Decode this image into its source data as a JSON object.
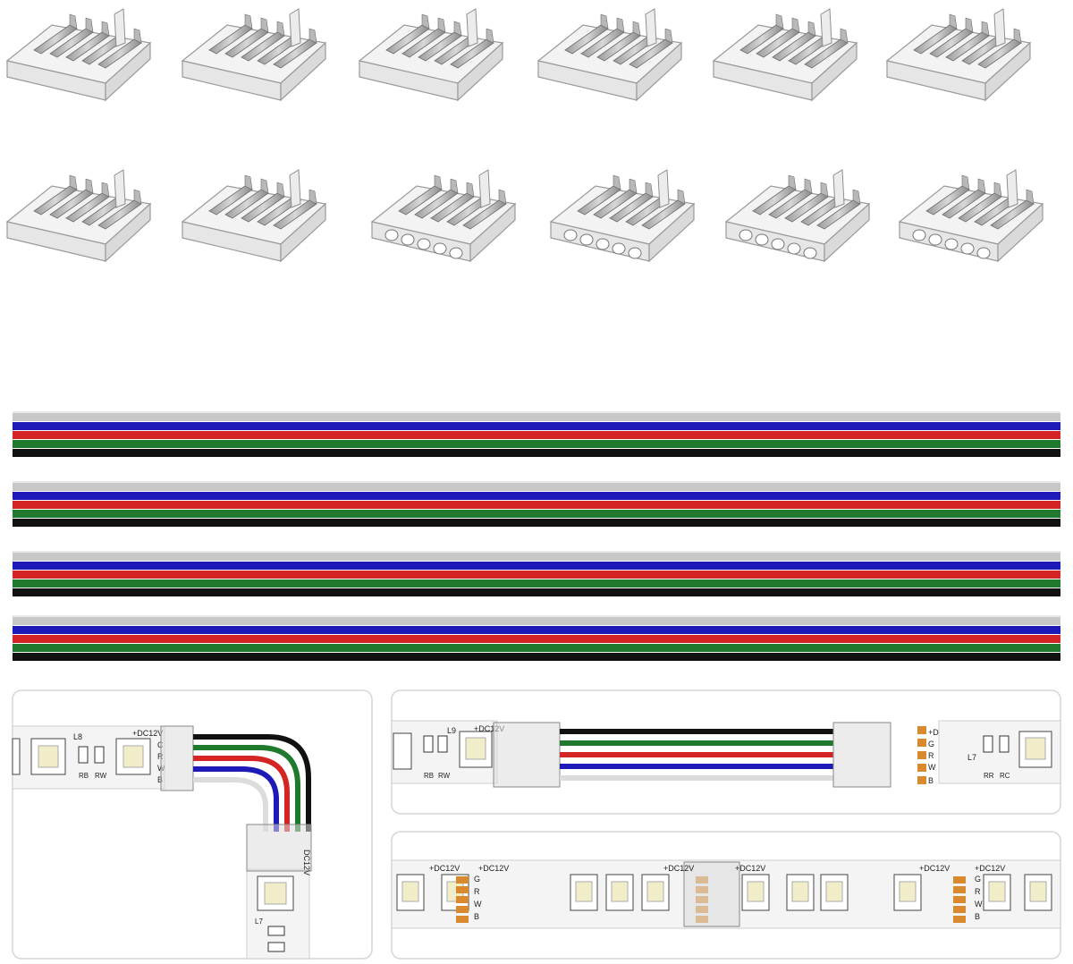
{
  "connectors": {
    "row1": [
      "c1",
      "c2",
      "c3",
      "c4",
      "c5",
      "c6"
    ],
    "row2": [
      {
        "style": "flat"
      },
      {
        "style": "flat"
      },
      {
        "style": "round"
      },
      {
        "style": "round"
      },
      {
        "style": "round"
      },
      {
        "style": "round"
      }
    ]
  },
  "cables": {
    "count": 4,
    "wire_colors": [
      "#c8c8c8",
      "#1d1ab8",
      "#d42424",
      "#1f7a2e",
      "#111111"
    ]
  },
  "strip_labels": {
    "dc12v": "+DC12V",
    "dc12v_short": "DC12V",
    "g": "G",
    "r": "R",
    "w": "W",
    "b": "B",
    "c": "C",
    "l8": "L8",
    "l9": "L9",
    "l7": "L7",
    "rb": "RB",
    "rw": "RW",
    "rr": "RR",
    "rc": "RC"
  },
  "colors": {
    "panel_border": "#d6d6d6",
    "copper": "#d9892e",
    "strip": "#f4f4f4"
  }
}
